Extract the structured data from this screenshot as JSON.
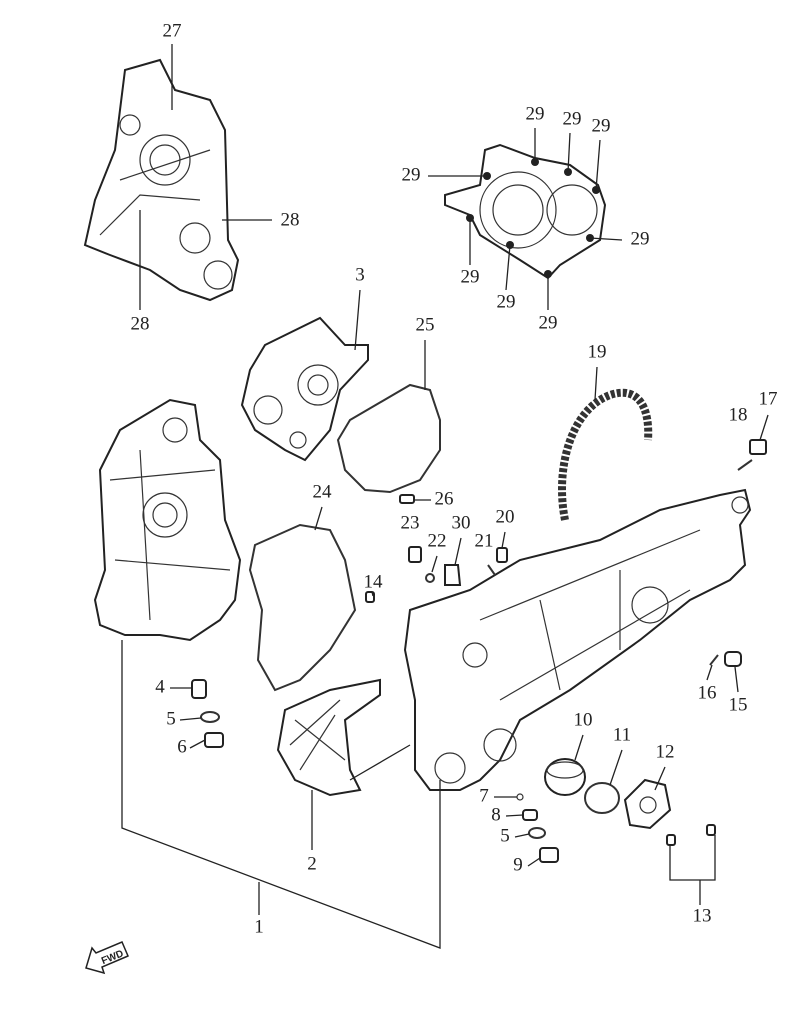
{
  "diagram": {
    "title": "Crankcase exploded view",
    "labels": [
      "27",
      "28",
      "28",
      "29",
      "29",
      "29",
      "29",
      "29",
      "29",
      "29",
      "29",
      "3",
      "25",
      "19",
      "17",
      "18",
      "24",
      "26",
      "23",
      "30",
      "20",
      "22",
      "21",
      "14",
      "4",
      "5",
      "6",
      "16",
      "15",
      "10",
      "11",
      "12",
      "7",
      "8",
      "5",
      "9",
      "2",
      "13",
      "1"
    ],
    "fwd_label": "FWD"
  }
}
